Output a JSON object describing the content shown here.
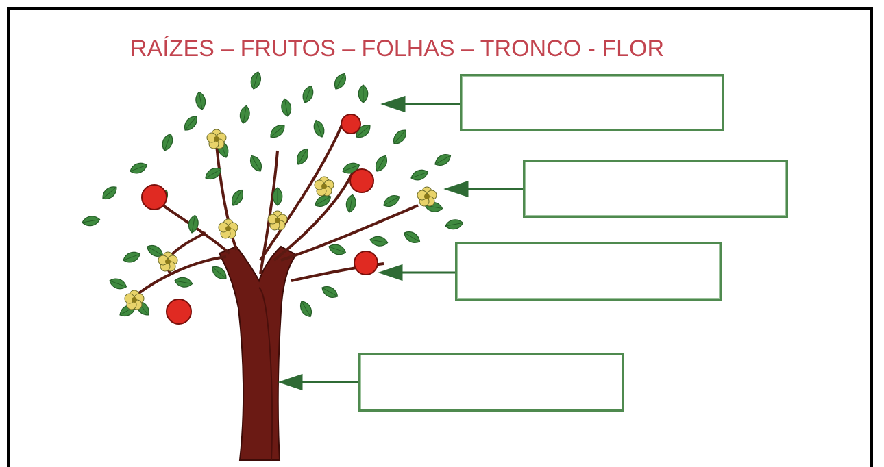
{
  "worksheet": {
    "title": "RAÍZES – FRUTOS – FOLHAS – TRONCO - FLOR",
    "answer_boxes": [
      {
        "id": "box-1",
        "value": ""
      },
      {
        "id": "box-2",
        "value": ""
      },
      {
        "id": "box-3",
        "value": ""
      },
      {
        "id": "box-4",
        "value": ""
      }
    ]
  },
  "colors": {
    "title": "#c2444f",
    "leaf": "#3f8a3f",
    "leaf_dark": "#245c26",
    "trunk": "#6b1a14",
    "fruit": "#e02a22",
    "flower": "#e8d36a",
    "box_border": "#4f8a4f",
    "frame": "#000000"
  }
}
